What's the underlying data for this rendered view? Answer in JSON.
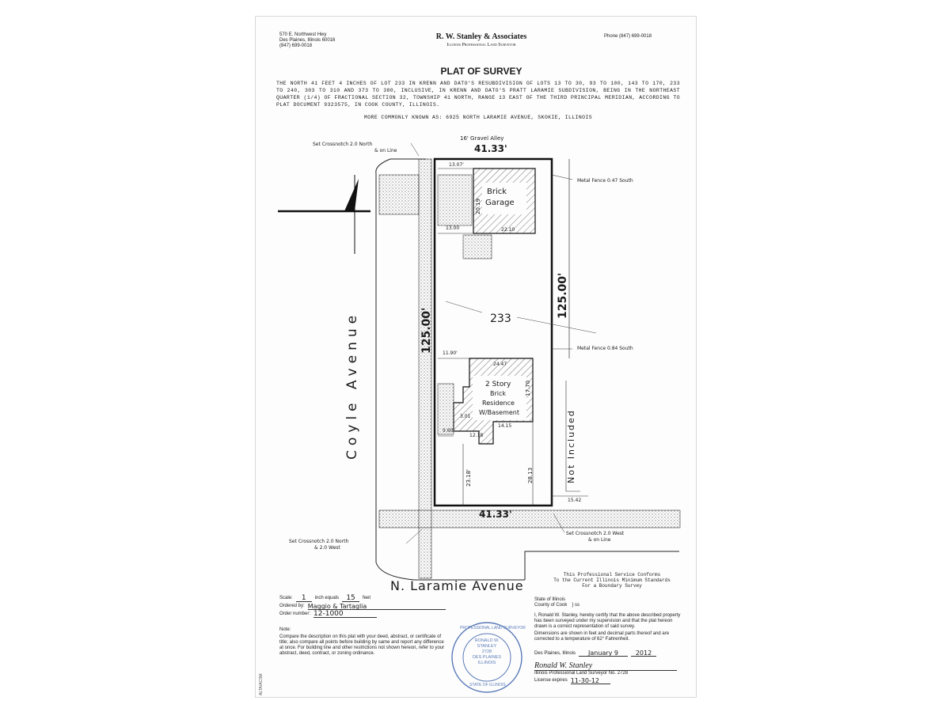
{
  "header": {
    "firm_name": "R. W. Stanley & Associates",
    "firm_subtitle": "Illinois Professional Land Surveyor",
    "address_line1": "570 E. Northwest Hwy",
    "address_line2": "Des Plaines, Illinois 60016",
    "address_line3": "(847) 699-0018",
    "phone": "Phone (847) 699-0018"
  },
  "title": "PLAT OF SURVEY",
  "legal_description": "THE NORTH 41 FEET 4 INCHES OF LOT 233 IN KRENN AND DATO'S RESUBDIVISION OF LOTS 13 TO 30, 93 TO 100, 143 TO 170, 233 TO 240, 303 TO 310 AND 373 TO 380, INCLUSIVE, IN KRENN AND DATO'S PRATT LARAMIE SUBDIVISION, BEING IN THE NORTHEAST QUARTER (1/4) OF FRACTIONAL SECTION 32, TOWNSHIP 41 NORTH, RANGE 13 EAST OF THE THIRD PRINCIPAL MERIDIAN, ACCORDING TO PLAT DOCUMENT 9323575, IN COOK COUNTY, ILLINOIS.",
  "commonly_known": "MORE COMMONLY KNOWN AS: 6925 NORTH LARAMIE AVENUE, SKOKIE, ILLINOIS",
  "plat": {
    "alley": "16' Gravel Alley",
    "top_width": "41.33'",
    "bottom_width": "41.33'",
    "depth_left": "125.00'",
    "depth_right": "125.00'",
    "lot_number": "233",
    "garage_label1": "Brick",
    "garage_label2": "Garage",
    "garage_top": "13.07'",
    "garage_bottom": "13.00",
    "garage_width": "22.10",
    "garage_depth": "20.19",
    "residence_label1": "2 Story",
    "residence_label2": "Brick",
    "residence_label3": "Residence",
    "residence_label4": "W/Basement",
    "setback_front": "11.90'",
    "res_dim_top": "24.47",
    "res_dim_a": "9.60",
    "res_dim_b": "12.18",
    "res_dim_c": "14.15",
    "res_dim_d": "3.01",
    "res_dim_e": "17.70",
    "front_setback_left": "23.18'",
    "front_setback_right": "28.13",
    "corner_dim": "15.42",
    "metal_fence_north": "Metal Fence 0.47 South",
    "metal_fence_mid": "Metal Fence 0.84 South",
    "not_included": "Not Included",
    "set_cross_top": "Set Crossnotch 2.0 North",
    "set_cross_top2": "& on Line",
    "set_cross_bottom_left": "Set Crossnotch 2.0 North",
    "set_cross_bottom_left2": "& 2.0 West",
    "set_cross_bottom_right": "Set Crossnotch 2.0 West",
    "set_cross_bottom_right2": "& on Line",
    "street_west": "Coyle Avenue",
    "street_south": "N. Laramie Avenue",
    "north_arrow": "N"
  },
  "conformance": {
    "line1": "This Professional Service Conforms",
    "line2": "To the Current Illinois Minimum Standards",
    "line3": "For a Boundary Survey"
  },
  "scale_box": {
    "scale_label": "Scale:",
    "scale_inch": "1",
    "scale_mid": "inch equals",
    "scale_feet": "15",
    "scale_unit": "feet",
    "ordered_label": "Ordered by:",
    "ordered_value": "Maggio & Tartaglia",
    "order_label": "Order number:",
    "order_value": "12-1000"
  },
  "note": {
    "heading": "Note:",
    "text": "Compare the description on this plat with your deed, abstract, or certificate of title; also compare all points before building by same and report any difference at once. For building line and other restrictions not shown hereon, refer to your abstract, deed, contract, or zoning ordinance."
  },
  "certification": {
    "state": "State of Illinois",
    "county": "County of Cook",
    "ss": "} ss",
    "text": "I, Ronald W. Stanley, hereby certify that the above described property has been surveyed under my supervision and that the plat hereon drawn is a correct representation of said survey.",
    "text2": "Dimensions are shown in feet and decimal parts thereof and are corrected to a temperature of 62° Fahrenheit.",
    "city": "Des Plaines, Illinois",
    "date": "January 9",
    "year": "2012",
    "surveyor_line": "Illinois Professional Land Surveyor No. 2728",
    "license": "License expires",
    "license_value": "11-30-12",
    "signature": "Ronald W. Stanley"
  },
  "seal": {
    "ring_top": "PROFESSIONAL LAND SURVEYOR",
    "ring_bottom": "STATE OF ILLINOIS",
    "name1": "RONALD W.",
    "name2": "STANLEY",
    "number": "2728",
    "city1": "DES PLAINES",
    "city2": "ILLINOIS"
  },
  "side_margin": "ALTA/ACSM"
}
